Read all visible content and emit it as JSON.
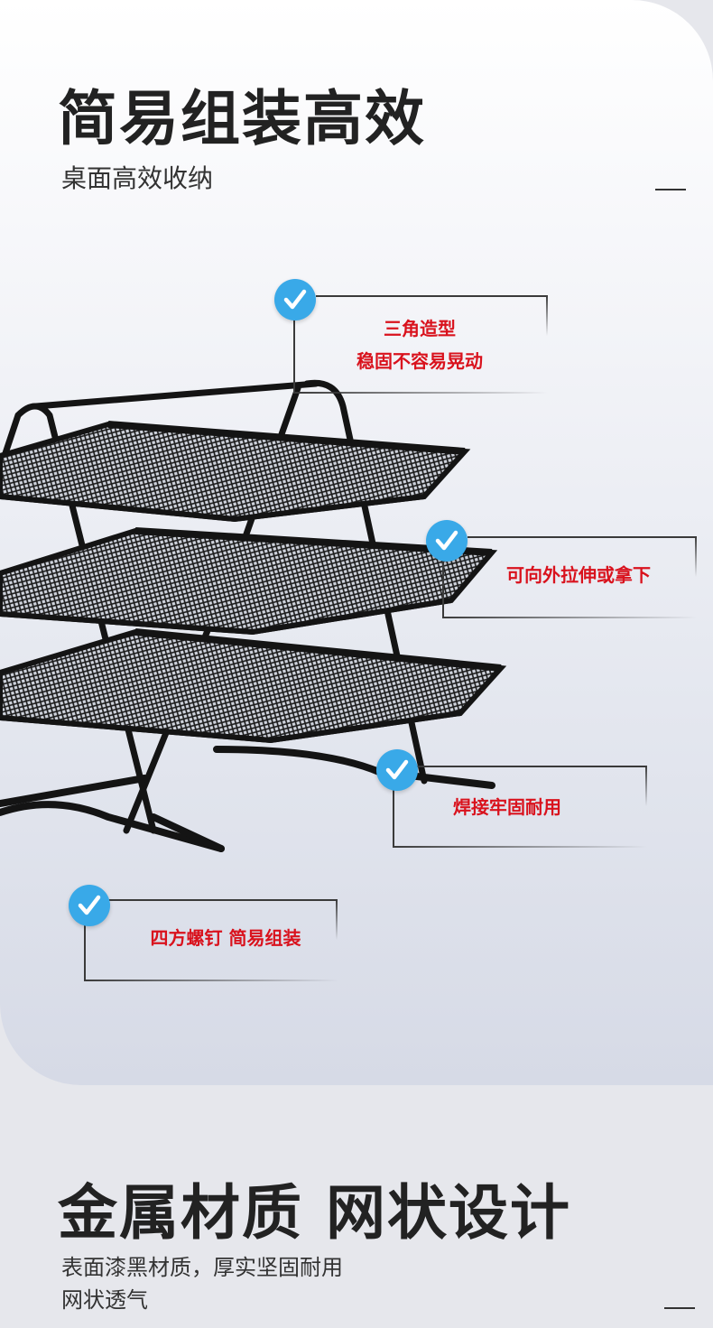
{
  "section1": {
    "title": "简易组装高效",
    "subtitle": "桌面高效收纳"
  },
  "callouts": [
    {
      "lines": [
        "三角造型",
        "稳固不容易晃动"
      ],
      "icon": "check-icon"
    },
    {
      "lines": [
        "可向外拉伸或拿下"
      ],
      "icon": "check-icon"
    },
    {
      "lines": [
        "焊接牢固耐用"
      ],
      "icon": "check-icon"
    },
    {
      "lines": [
        "四方螺钉 简易组装"
      ],
      "icon": "check-icon"
    }
  ],
  "section2": {
    "title": "金属材质 网状设计",
    "subtitle_lines": [
      "表面漆黑材质，厚实坚固耐用",
      "网状透气"
    ]
  },
  "colors": {
    "accent_red": "#d9121d",
    "check_blue": "#39a9e8",
    "title_dark": "#222222"
  }
}
